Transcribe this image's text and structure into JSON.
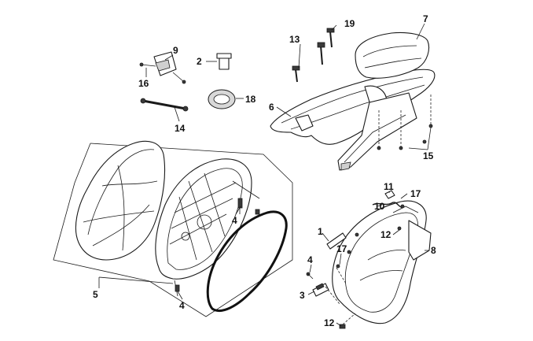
{
  "callouts": {
    "c1": "1",
    "c2": "2",
    "c3": "3",
    "c4a": "4",
    "c4b": "4",
    "c4c": "4",
    "c5": "5",
    "c6": "6",
    "c7": "7",
    "c8": "8",
    "c9": "9",
    "c10": "10",
    "c11": "11",
    "c12a": "12",
    "c12b": "12",
    "c13": "13",
    "c14": "14",
    "c15": "15",
    "c16": "16",
    "c17a": "17",
    "c17b": "17",
    "c18": "18",
    "c19": "19"
  }
}
